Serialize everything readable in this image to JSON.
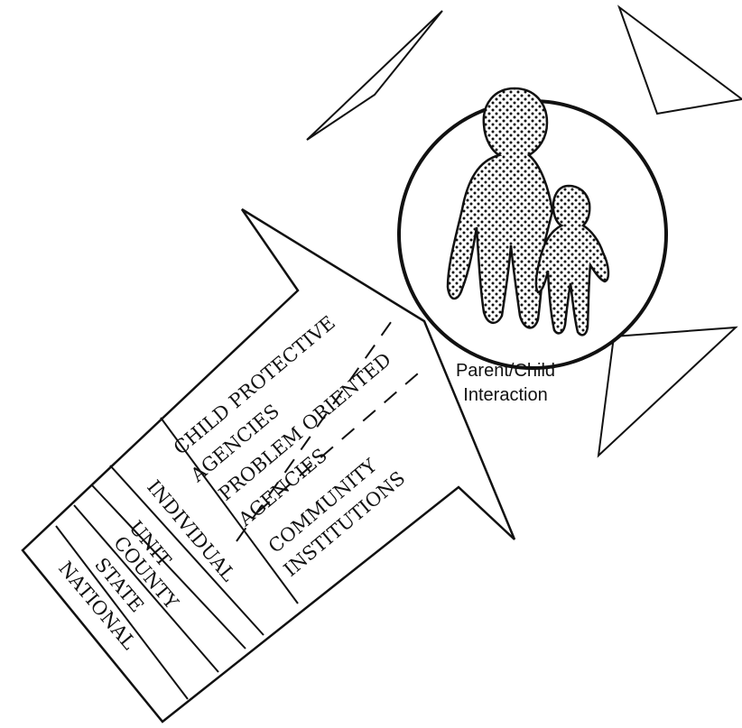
{
  "agencies": [
    "CHILD PROTECTIVE",
    "AGENCIES",
    "PROBLEM ORIENTED",
    "AGENCIES",
    "COMMUNITY",
    "INSTITUTIONS"
  ],
  "levels": [
    "INDIVIDUAL",
    "UNIT",
    "COUNTY",
    "STATE",
    "NATIONAL"
  ],
  "center_label": [
    "Parent/Child",
    "Interaction"
  ],
  "colors": {
    "ink": "#111111",
    "paper": "#ffffff"
  }
}
